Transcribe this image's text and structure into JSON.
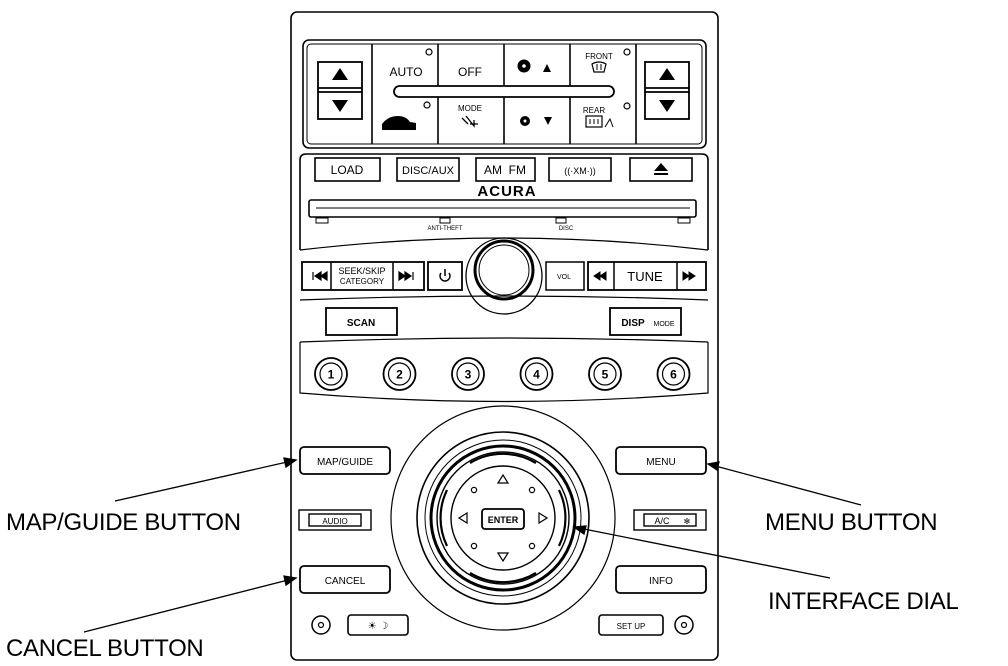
{
  "climate": {
    "auto_label": "AUTO",
    "off_label": "OFF",
    "mode_label": "MODE",
    "front_label": "FRONT",
    "rear_label": "REAR"
  },
  "audio": {
    "load_label": "LOAD",
    "disc_aux_label": "DISC/AUX",
    "am_fm_label": "AM  FM",
    "xm_label": "((·XM·))",
    "brand": "ACURA",
    "anti_theft_label": "ANTI-THEFT",
    "disc_indicator_label": "DISC",
    "seek_skip_label": "SEEK/SKIP",
    "category_label": "CATEGORY",
    "vol_label": "VOL",
    "tune_label": "TUNE",
    "scan_label": "SCAN",
    "disp_label": "DISP",
    "disp_mode_label": "MODE",
    "presets": [
      "1",
      "2",
      "3",
      "4",
      "5",
      "6"
    ]
  },
  "navigation": {
    "map_guide_label": "MAP/GUIDE",
    "menu_label": "MENU",
    "audio_label": "AUDIO",
    "ac_label": "A/C",
    "enter_label": "ENTER",
    "cancel_label": "CANCEL",
    "info_label": "INFO",
    "brightness_label": "☀ ☽",
    "setup_label": "SET UP"
  },
  "callouts": {
    "map_guide": "MAP/GUIDE BUTTON",
    "cancel": "CANCEL BUTTON",
    "menu": "MENU BUTTON",
    "interface_dial": "INTERFACE DIAL"
  }
}
